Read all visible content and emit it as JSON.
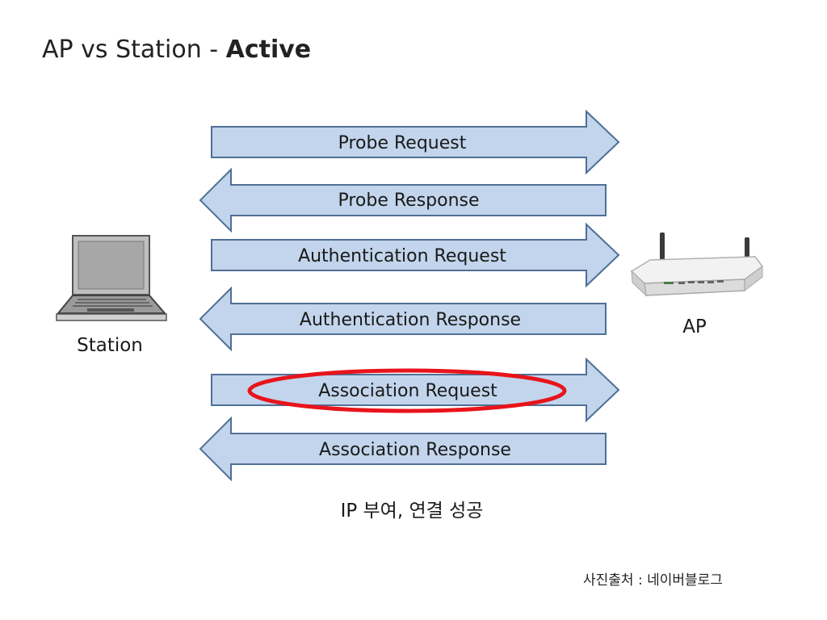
{
  "title": {
    "prefix": "AP vs Station - ",
    "emphasis": "Active"
  },
  "diagram": {
    "station_label": "Station",
    "ap_label": "AP",
    "messages": [
      {
        "label": "Probe Request",
        "direction": "right"
      },
      {
        "label": "Probe Response",
        "direction": "left"
      },
      {
        "label": "Authentication Request",
        "direction": "right"
      },
      {
        "label": "Authentication Response",
        "direction": "left"
      },
      {
        "label": "Association Request",
        "direction": "right",
        "highlighted": true
      },
      {
        "label": "Association Response",
        "direction": "left"
      }
    ],
    "result_text": "IP 부여, 연결 성공",
    "colors": {
      "arrow_fill": "#c2d5ec",
      "arrow_stroke": "#4f6f95",
      "highlight": "#e8141c"
    }
  },
  "credit": "사진출처 : 네이버블로그"
}
